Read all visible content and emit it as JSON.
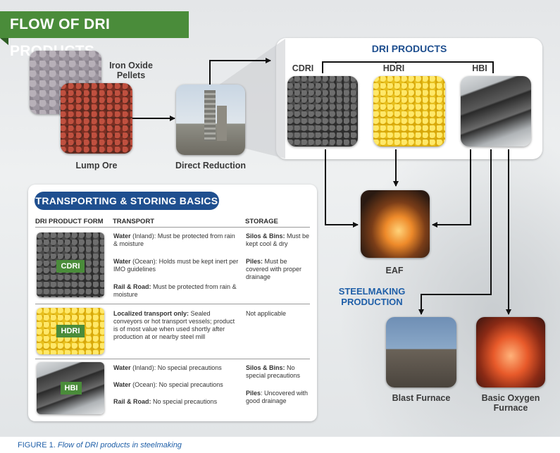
{
  "title": "FLOW OF DRI PRODUCTS",
  "inputs": {
    "pellets_label": "Iron Oxide\nPellets",
    "lump_label": "Lump Ore",
    "direct_label": "Direct Reduction"
  },
  "dri_products": {
    "title": "DRI PRODUCTS",
    "items": [
      "CDRI",
      "HDRI",
      "HBI"
    ]
  },
  "eaf_label": "EAF",
  "steelmaking_label": "STEELMAKING\nPRODUCTION",
  "blast_label": "Blast Furnace",
  "bof_label": "Basic Oxygen\nFurnace",
  "table": {
    "title": "TRANSPORTING & STORING BASICS",
    "headers": [
      "DRI PRODUCT FORM",
      "TRANSPORT",
      "STORAGE"
    ],
    "rows": [
      {
        "form": "CDRI",
        "transport": [
          {
            "bold": "Water",
            "text": " (Inland): Must be protected from rain & moisture"
          },
          {
            "bold": "Water",
            "text": " (Ocean): Holds must be kept inert per IMO guidelines"
          },
          {
            "bold": "Rail & Road:",
            "text": " Must be protected from rain & moisture"
          }
        ],
        "storage": [
          {
            "bold": "Silos & Bins:",
            "text": " Must be kept cool & dry"
          },
          {
            "bold": "Piles:",
            "text": " Must be covered with proper drainage"
          }
        ]
      },
      {
        "form": "HDRI",
        "transport": [
          {
            "bold": "Localized transport only:",
            "text": " Sealed conveyors or hot transport vessels; product is of most value when used shortly after production at or nearby steel mill"
          }
        ],
        "storage": [
          {
            "bold": "",
            "text": "Not applicable"
          }
        ]
      },
      {
        "form": "HBI",
        "transport": [
          {
            "bold": "Water",
            "text": " (Inland): No special precautions"
          },
          {
            "bold": "Water",
            "text": " (Ocean): No special precautions"
          },
          {
            "bold": "Rail & Road:",
            "text": " No special precautions"
          }
        ],
        "storage": [
          {
            "bold": "Silos & Bins:",
            "text": " No special precautions"
          },
          {
            "bold": "Piles",
            "text": ": Uncovered with good drainage"
          }
        ]
      }
    ]
  },
  "caption": {
    "prefix": "FIGURE 1.",
    "text": " Flow of DRI products in steelmaking"
  },
  "colors": {
    "green": "#4a8c3a",
    "blue": "#1f4f8f",
    "link_blue": "#1f5fa8"
  }
}
